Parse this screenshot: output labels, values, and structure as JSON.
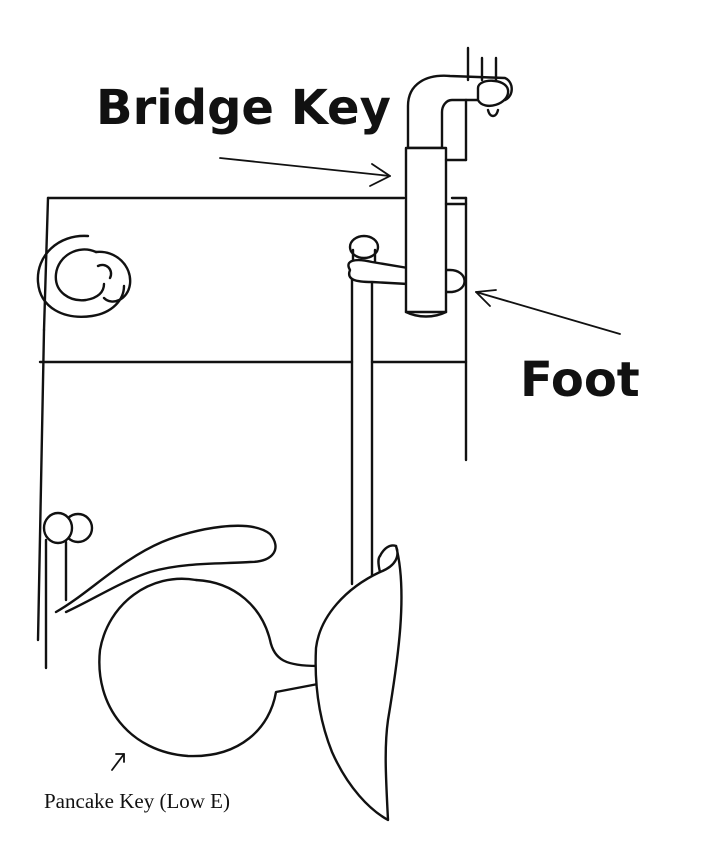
{
  "labels": {
    "bridge_key": "Bridge Key",
    "foot": "Foot",
    "pancake_key": "Pancake Key (Low E)"
  },
  "colors": {
    "ink": "#111111",
    "paper": "#ffffff"
  }
}
